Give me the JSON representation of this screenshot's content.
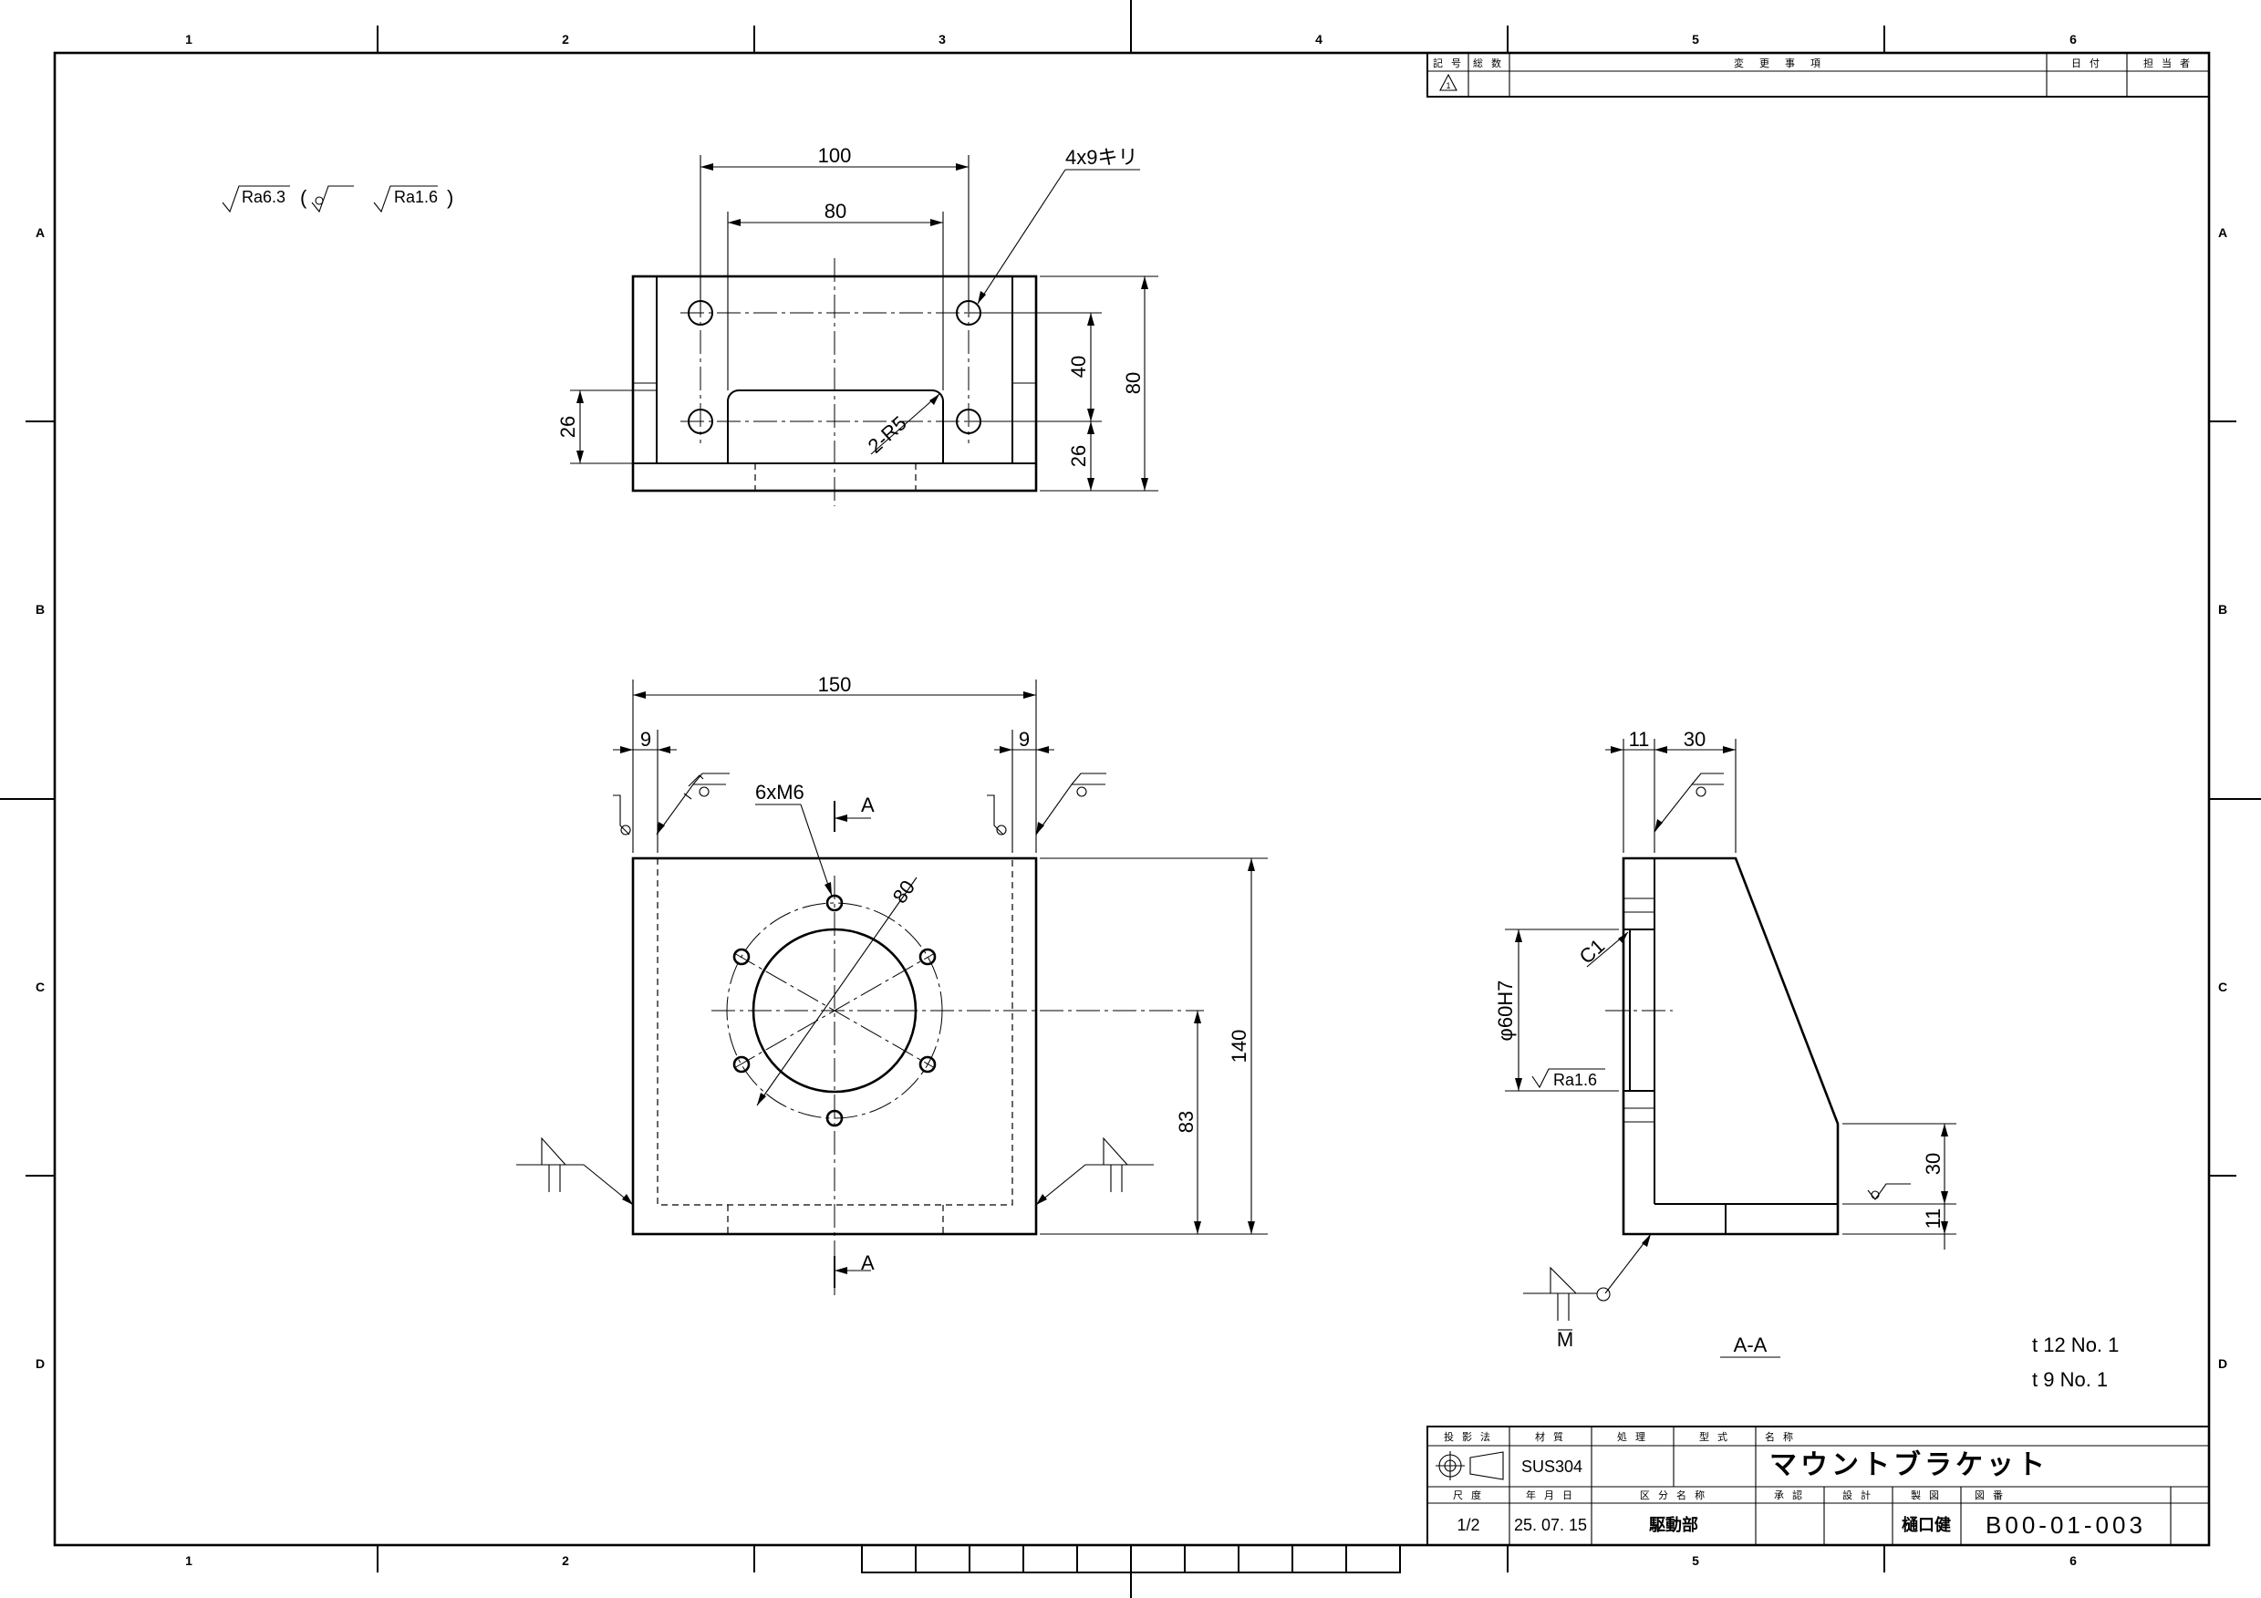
{
  "revision_table": {
    "headers": [
      "記 号",
      "総 数",
      "変　更　事　項",
      "日 付",
      "担 当 者"
    ],
    "first_mark": "1"
  },
  "border_zones": {
    "columns": [
      "1",
      "2",
      "3",
      "4",
      "5",
      "6"
    ],
    "rows": [
      "A",
      "B",
      "C",
      "D"
    ]
  },
  "surface_finish_note": {
    "primary": "Ra6.3",
    "open_paren": "(",
    "secondary": "Ra1.6",
    "close_paren": ")"
  },
  "top_view": {
    "dims": {
      "width_outer": "100",
      "width_inner": "80",
      "holes": "4x9キリ",
      "hole_pitch_v": "40",
      "height": "80",
      "bottom_left": "26",
      "bottom_right": "26",
      "slot_radius": "2-R5"
    }
  },
  "front_view": {
    "dims": {
      "width": "150",
      "left_thickness": "9",
      "right_thickness": "9",
      "tapped_holes": "6xM6",
      "pcd": "80",
      "height": "140",
      "center_height": "83"
    },
    "section_label": "A"
  },
  "section_view": {
    "dims": {
      "base_thickness": "11",
      "top_length": "30",
      "chamfer": "C1",
      "bore": "φ60H7",
      "bore_finish": "Ra1.6",
      "lower_height": "30",
      "base_height": "11"
    },
    "weld_symbol": "M",
    "title": "A-A"
  },
  "plate_notes": [
    "t 12  No. 1",
    "t 9  No. 1"
  ],
  "title_block": {
    "labels": {
      "projection": "投 影 法",
      "material": "材 質",
      "treatment": "処 理",
      "model": "型 式",
      "name": "名 称",
      "scale": "尺 度",
      "date": "年 月 日",
      "division": "区 分 名 称",
      "approved": "承 認",
      "designed": "設 計",
      "drawn": "製 図",
      "drawing_no": "図 番"
    },
    "values": {
      "material": "SUS304",
      "name": "マウントブラケット",
      "scale": "1/2",
      "date": "25. 07. 15",
      "division": "駆動部",
      "drawn_by": "樋口健",
      "drawing_no": "B00-01-003"
    }
  }
}
